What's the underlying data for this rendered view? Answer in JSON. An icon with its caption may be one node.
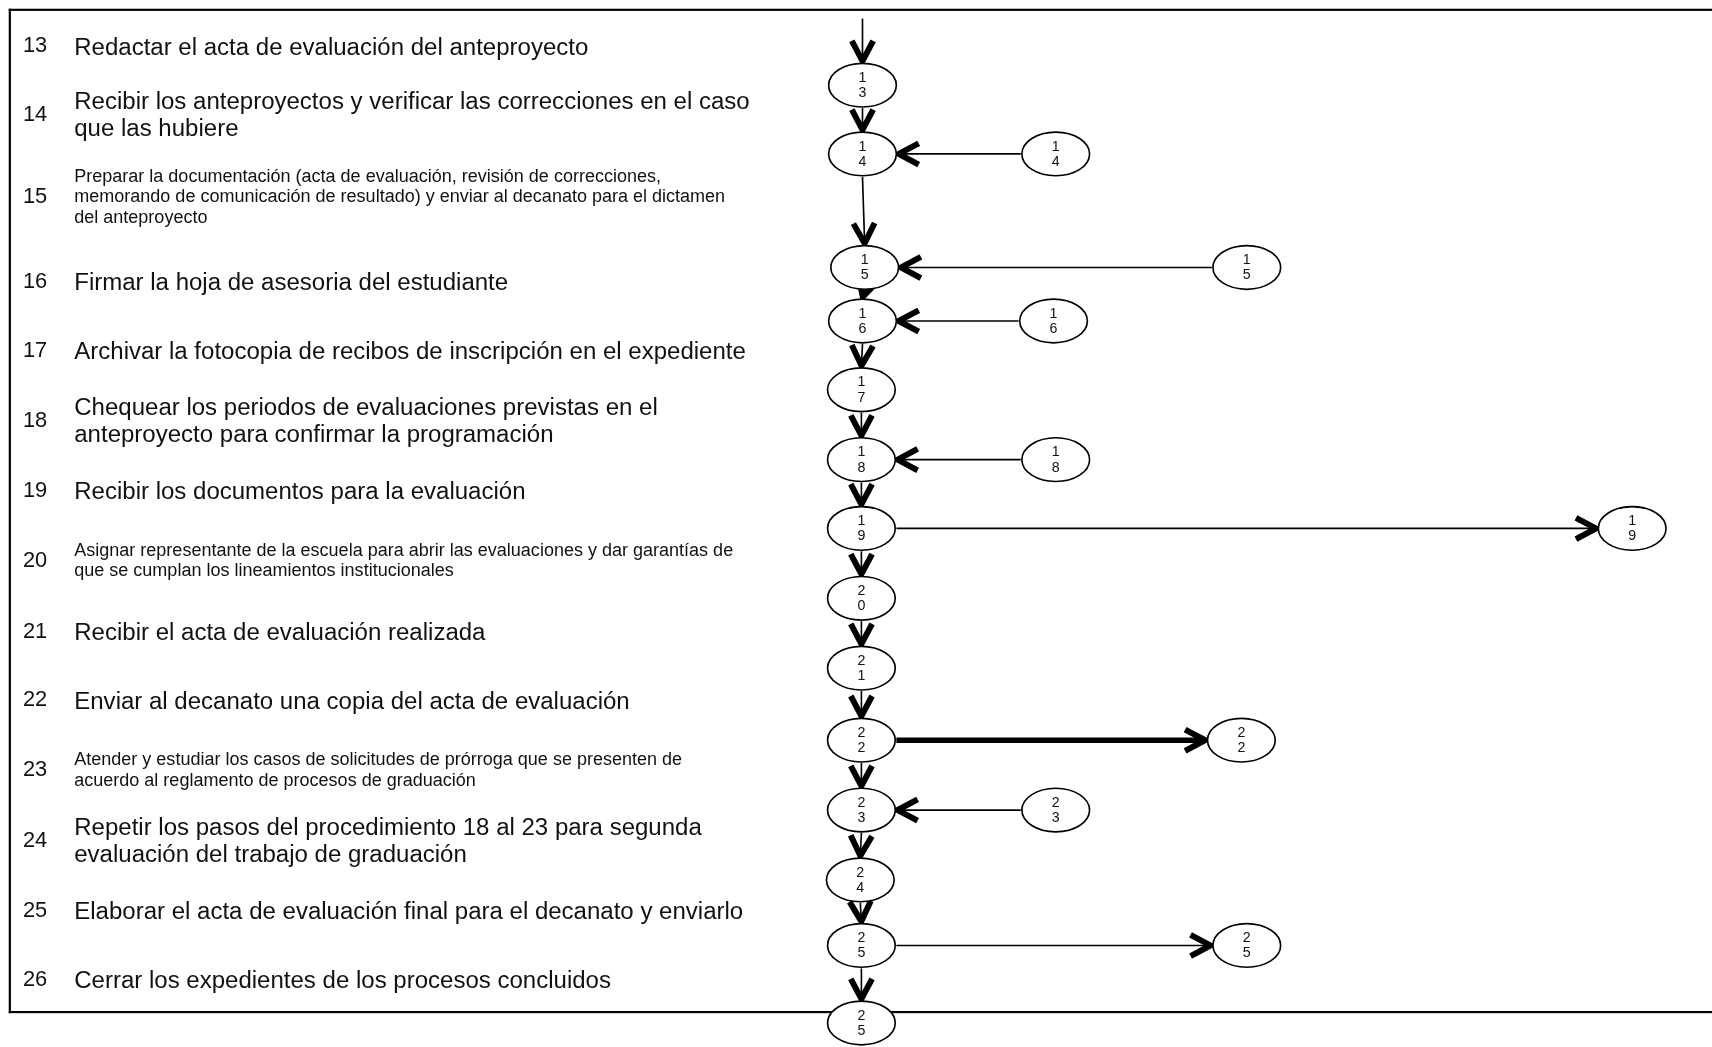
{
  "diagram": {
    "nodes": [
      {
        "text": [
          "1 3"
        ]
      },
      {
        "text": [
          "1 4"
        ]
      },
      {
        "text": [
          "1 4"
        ]
      },
      {
        "text": [
          "1 5"
        ]
      },
      {
        "text": [
          "1 5"
        ]
      },
      {
        "text": [
          "1 6"
        ]
      },
      {
        "text": [
          "1 6"
        ]
      },
      {
        "text": [
          "1 7"
        ]
      },
      {
        "text": [
          "1 8"
        ]
      },
      {
        "text": [
          "1 8"
        ]
      },
      {
        "text": [
          "1 9"
        ]
      },
      {
        "text": [
          "1 9"
        ]
      },
      {
        "text": [
          "2 0"
        ]
      },
      {
        "text": [
          "2 1"
        ]
      },
      {
        "text": [
          "2 2"
        ]
      },
      {
        "text": [
          "2 2"
        ]
      },
      {
        "text": [
          "2 3"
        ]
      },
      {
        "text": [
          "2 3"
        ]
      },
      {
        "text": [
          "2 4"
        ]
      },
      {
        "text": [
          "2 5"
        ]
      },
      {
        "text": [
          "2 5"
        ]
      },
      {
        "text": [
          "2 5"
        ]
      }
    ],
    "edges": [
      {
        "from": null,
        "to": 0,
        "arrow": "to"
      },
      {
        "from": 0,
        "to": 1,
        "arrow": "to"
      },
      {
        "from": 2,
        "to": 1,
        "arrow": "to"
      },
      {
        "from": 1,
        "to": 3,
        "arrow": "to"
      },
      {
        "from": 4,
        "to": 3,
        "arrow": "to"
      },
      {
        "from": 3,
        "to": 5,
        "arrow": "to"
      },
      {
        "from": 6,
        "to": 5,
        "arrow": "to"
      },
      {
        "from": 5,
        "to": 7,
        "arrow": "to"
      },
      {
        "from": 7,
        "to": 8,
        "arrow": "to"
      },
      {
        "from": 9,
        "to": 8,
        "arrow": "to"
      },
      {
        "from": 8,
        "to": 10,
        "arrow": "to"
      },
      {
        "from": 10,
        "to": 11,
        "arrow": "to"
      },
      {
        "from": 10,
        "to": 12,
        "arrow": "to"
      },
      {
        "from": 12,
        "to": 13,
        "arrow": "to"
      },
      {
        "from": 13,
        "to": 14,
        "arrow": "to"
      },
      {
        "from": 14,
        "to": 15,
        "arrow": "to",
        "style": "thick"
      },
      {
        "from": 14,
        "to": 16,
        "arrow": "to"
      },
      {
        "from": 17,
        "to": 16,
        "arrow": "to"
      },
      {
        "from": 16,
        "to": 18,
        "arrow": "to"
      },
      {
        "from": 18,
        "to": 19,
        "arrow": "to"
      },
      {
        "from": 19,
        "to": 20,
        "arrow": "to"
      },
      {
        "from": 19,
        "to": 21,
        "arrow": "to"
      }
    ],
    "labels": [
      "13",
      "Redactar el acta de evaluación del anteproyecto",
      "14",
      "Recibir los anteproyectos y verificar las correcciones en el caso que las hubiere",
      "15",
      "Preparar la documentación (acta de evaluación, revisión de correcciones, memorando de comunicación de resultado) y enviar al decanato para el dictamen del anteproyecto",
      "16",
      "Firmar la hoja de asesoria del estudiante",
      "17",
      "Archivar la fotocopia de recibos  de inscripción en el expediente",
      "18",
      "Chequear los periodos de evaluaciones previstas en el anteproyecto para confirmar la programación",
      "19",
      "Recibir los documentos para la evaluación",
      "20",
      "Asignar representante de la escuela para abrir las evaluaciones y dar garantías de que se cumplan los lineamientos institucionales",
      "21",
      "Recibir el acta de evaluación realizada",
      "22",
      "Enviar al decanato una copia del acta de evaluación",
      "23",
      "Atender y estudiar los casos de solicitudes de prórroga que se presenten de acuerdo al reglamento de procesos de graduación",
      "24",
      "Repetir los pasos del procedimiento 18 al 23 para segunda evaluación del trabajo de graduación",
      "25",
      "Elaborar el acta de evaluación final para el decanato y enviarlo",
      "26",
      "Cerrar los expedientes de los procesos concluidos"
    ]
  }
}
